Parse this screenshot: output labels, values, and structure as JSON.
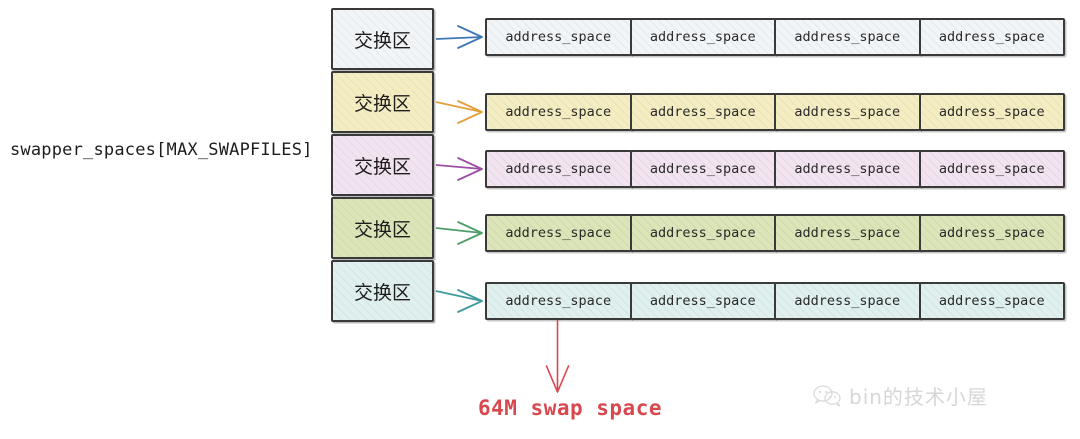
{
  "diagram": {
    "array_label": "swapper_spaces[MAX_SWAPFILES]",
    "swap_area_label": "交换区",
    "address_space_label": "address_space",
    "annotation": "64M swap space",
    "annotation_color": "#d8484f",
    "background_color": "#ffffff",
    "border_color": "#3a3a3a",
    "rows": [
      {
        "index": 0,
        "swap_cell_label": "交换区",
        "fill": "#f2f5f8",
        "arrow_color": "#3f77b5",
        "boxes": [
          "address_space",
          "address_space",
          "address_space",
          "address_space"
        ]
      },
      {
        "index": 1,
        "swap_cell_label": "交换区",
        "fill": "#f5edc2",
        "arrow_color": "#e2a03c",
        "boxes": [
          "address_space",
          "address_space",
          "address_space",
          "address_space"
        ]
      },
      {
        "index": 2,
        "swap_cell_label": "交换区",
        "fill": "#f2e3f0",
        "arrow_color": "#9c4fa5",
        "boxes": [
          "address_space",
          "address_space",
          "address_space",
          "address_space"
        ]
      },
      {
        "index": 3,
        "swap_cell_label": "交换区",
        "fill": "#dce5b8",
        "arrow_color": "#4f9e6a",
        "boxes": [
          "address_space",
          "address_space",
          "address_space",
          "address_space"
        ]
      },
      {
        "index": 4,
        "swap_cell_label": "交换区",
        "fill": "#dff0ef",
        "arrow_color": "#3f9a9c",
        "boxes": [
          "address_space",
          "address_space",
          "address_space",
          "address_space"
        ]
      }
    ]
  },
  "watermark": {
    "text": "bin的技术小屋",
    "icon": "wechat-icon"
  }
}
